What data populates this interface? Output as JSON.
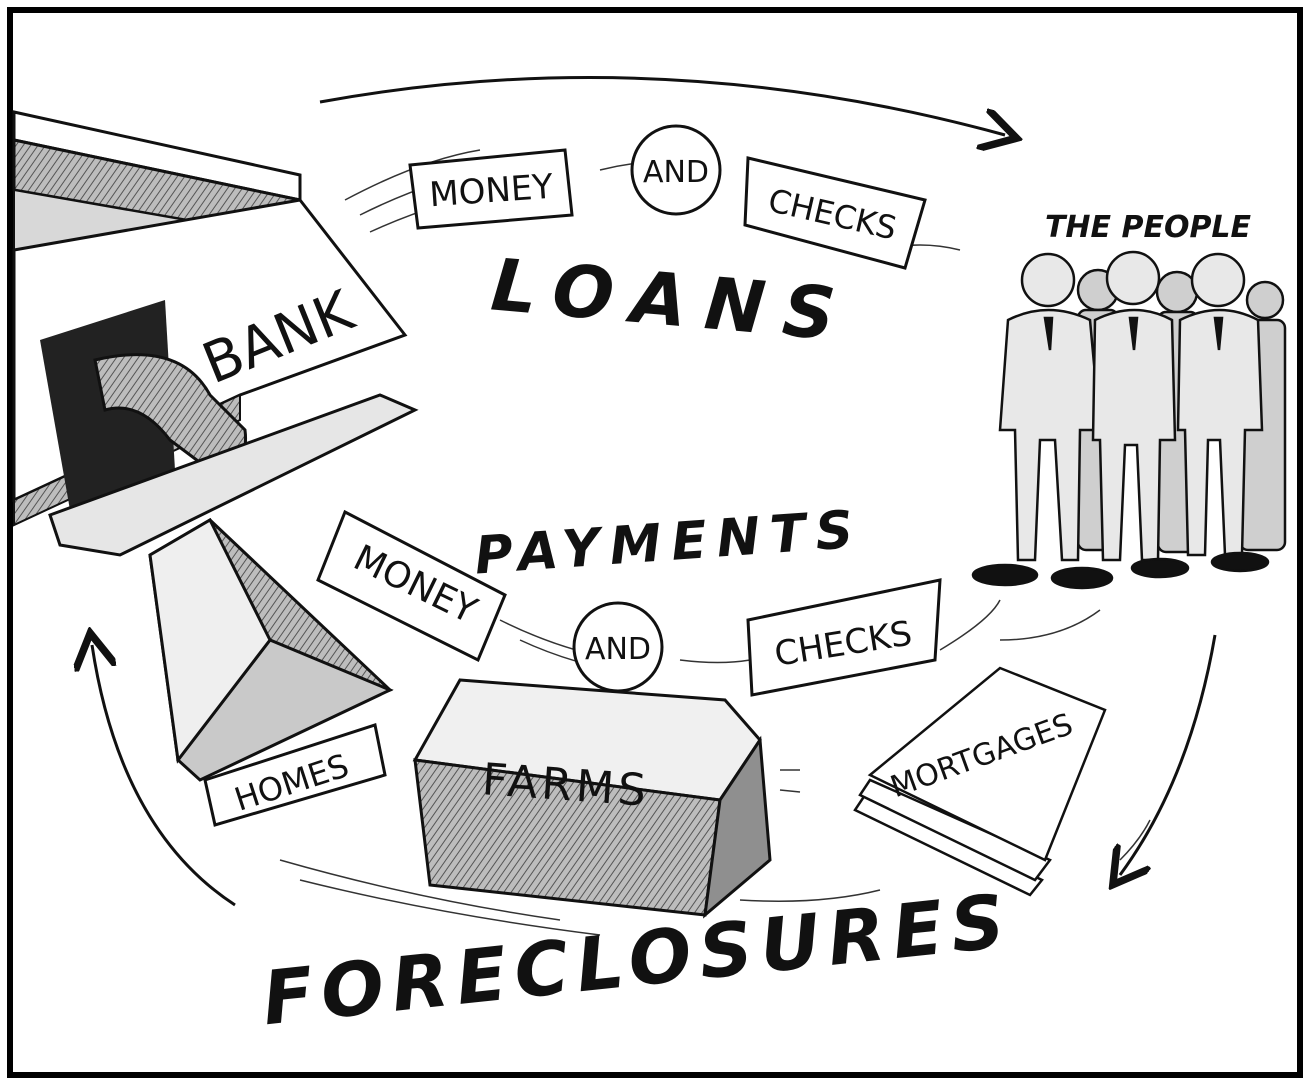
{
  "bank": {
    "label": "BANK"
  },
  "loans": {
    "title": "LOANS",
    "money": "MONEY",
    "and": "AND",
    "checks": "CHECKS"
  },
  "people": {
    "label": "THE PEOPLE"
  },
  "payments": {
    "title": "PAYMENTS",
    "money": "MONEY",
    "and": "AND",
    "checks": "CHECKS"
  },
  "assets": {
    "homes": "HOMES",
    "farms": "FARMS",
    "mortgages": "MORTGAGES"
  },
  "foreclosures": {
    "title": "FORECLOSURES"
  }
}
